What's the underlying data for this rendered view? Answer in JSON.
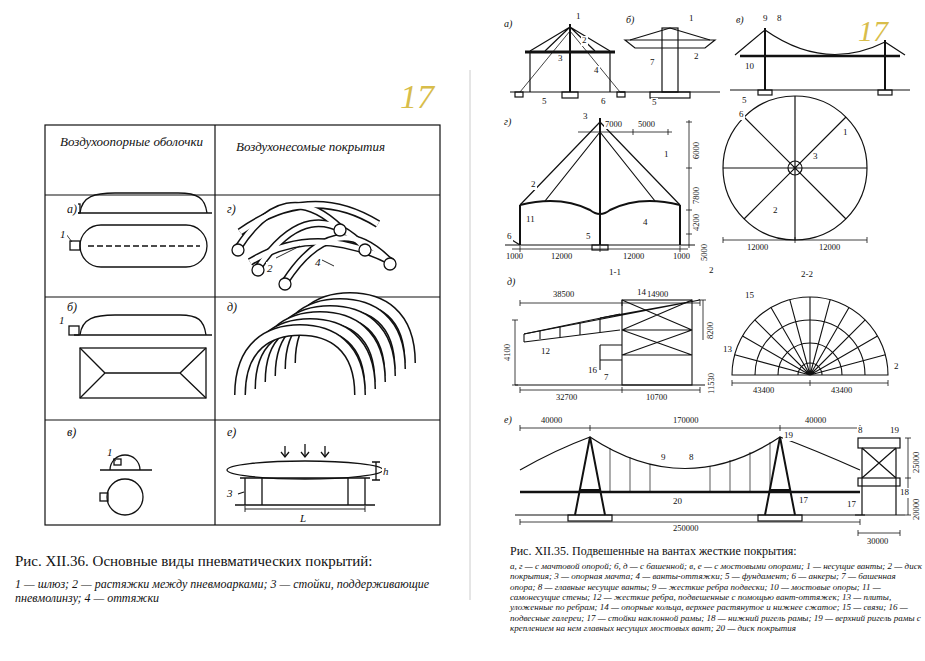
{
  "diagram": {
    "labels": [
      "Воздухоопорные оболочки",
      "Воздухонесомые покрытия",
      "а)",
      "1",
      "б)",
      "1",
      "в)",
      "1",
      "г)",
      "2",
      "4",
      "д)",
      "е)",
      "3",
      "h",
      "L",
      "17",
      "Рис. XII.36. Основные виды пневматических покрытий:",
      "1 — шлюз; 2 — растяжки между пневмоарками; 3 — стойки, поддерживающие пневмолинзу; 4 — оттяжки",
      "17",
      "а)",
      "1",
      "2",
      "3",
      "4",
      "5",
      "6",
      "б)",
      "1",
      "7",
      "2",
      "5",
      "в)",
      "9",
      "8",
      "10",
      "5",
      "г)",
      "3",
      "7000",
      "5000",
      "6000",
      "7800",
      "4200",
      "5000",
      "1",
      "2",
      "11",
      "4",
      "5",
      "6",
      "1000",
      "12000",
      "12000",
      "1000",
      "6",
      "1",
      "3",
      "2",
      "12000",
      "12000",
      "д)",
      "1-1",
      "2",
      "38500",
      "14900",
      "8200",
      "4100",
      "12",
      "14",
      "16",
      "7",
      "11530",
      "32700",
      "10700",
      "2-2",
      "15",
      "13",
      "2",
      "43400",
      "43400",
      "е)",
      "40000",
      "170000",
      "40000",
      "19",
      "9",
      "8",
      "20",
      "17",
      "25000",
      "20000",
      "250000",
      "8",
      "19",
      "18",
      "17",
      "30000",
      "Рис. XII.35. Подвешенные на вантах жесткие покрытия:",
      "а, г — с мачтовой опорой; б, д — с башенной; в, е — с мостовыми опорами; 1 — несущие ванты; 2 — диск покрытия; 3 — опорная мачта; 4 — ванты-оттяжки; 5 — фундамент; 6 — анкеры; 7 — башенная опора; 8 — главные несущие ванты; 9 — жесткие ребра подвески; 10 — мостовые опоры; 11 — самонесущие стены; 12 — жесткие ребра, подвешенные с помощью вант-оттяжек; 13 — плиты, уложенные по ребрам; 14 — опорные кольца, верхнее растянутое и нижнее сжатое; 15 — связи; 16 — подвесные галереи; 17 — стойки наклонной рамы; 18 — нижний ригель рамы; 19 — верхний ригель рамы с креплением на нем главных несущих мостовых вант; 20 — диск покрытия"
    ]
  }
}
